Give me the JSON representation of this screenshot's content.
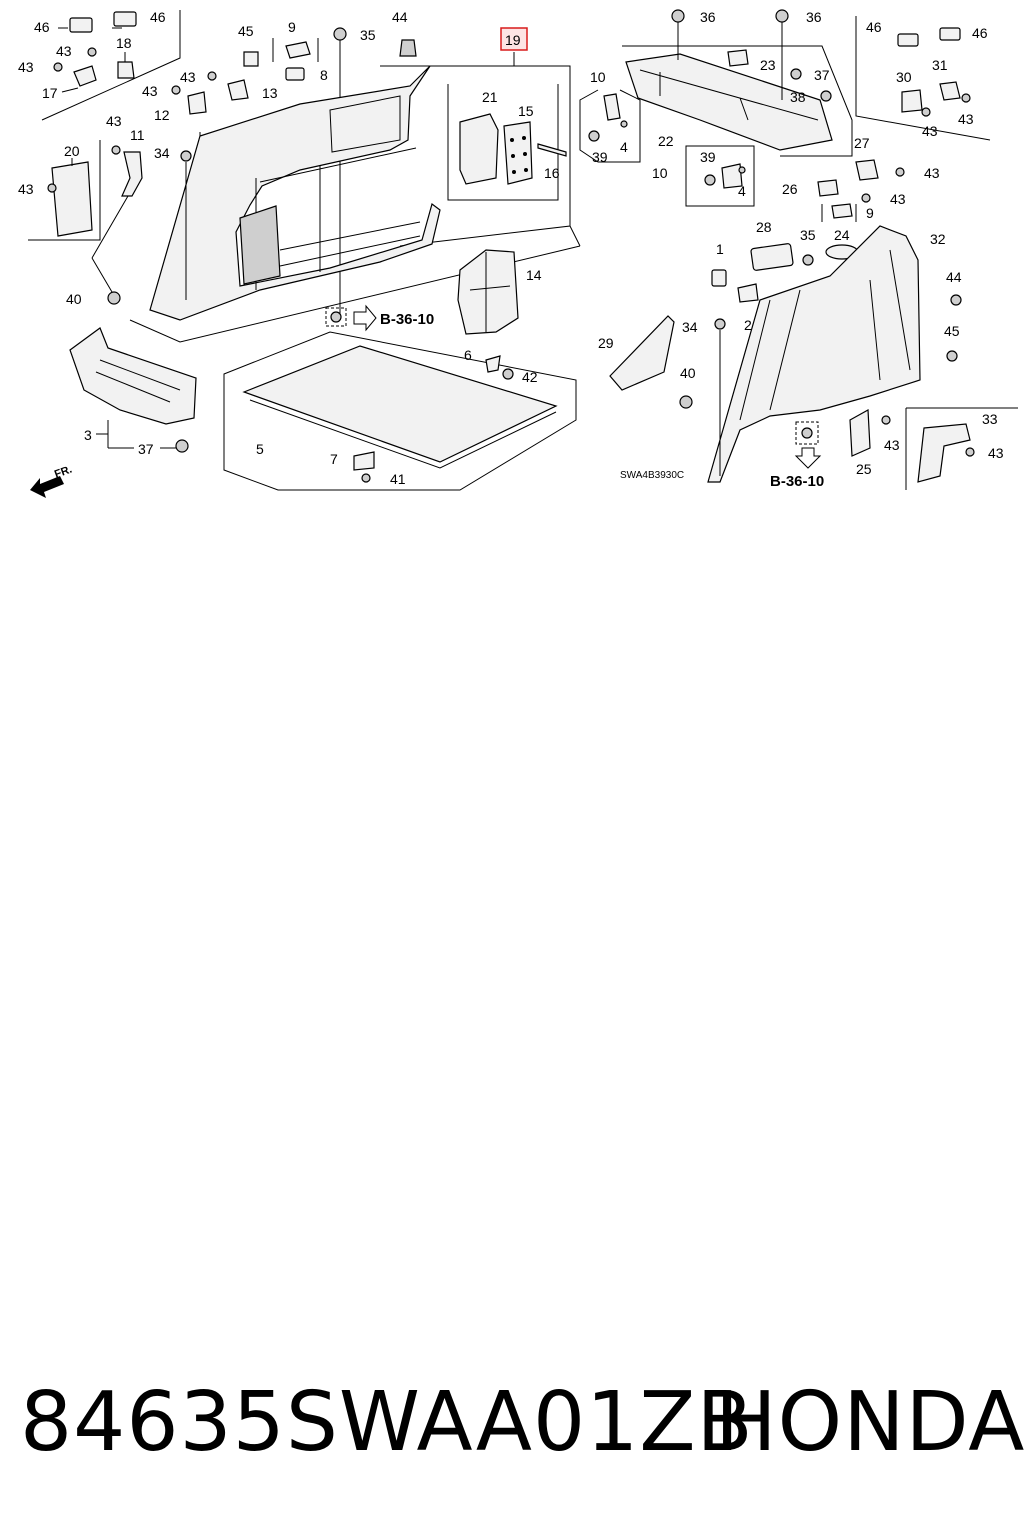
{
  "callouts": {
    "c1": "1",
    "c2": "2",
    "c3": "3",
    "c4a": "4",
    "c4b": "4",
    "c5": "5",
    "c6": "6",
    "c7": "7",
    "c8": "8",
    "c9a": "9",
    "c9b": "9",
    "c10a": "10",
    "c10b": "10",
    "c11": "11",
    "c12": "12",
    "c13": "13",
    "c14": "14",
    "c15": "15",
    "c16": "16",
    "c17": "17",
    "c18": "18",
    "c19": "19",
    "c20": "20",
    "c21": "21",
    "c22": "22",
    "c23": "23",
    "c24": "24",
    "c25": "25",
    "c26": "26",
    "c27": "27",
    "c28": "28",
    "c29": "29",
    "c30": "30",
    "c31": "31",
    "c32": "32",
    "c33": "33",
    "c34a": "34",
    "c34b": "34",
    "c35a": "35",
    "c35b": "35",
    "c36a": "36",
    "c36b": "36",
    "c37a": "37",
    "c37b": "37",
    "c38": "38",
    "c39a": "39",
    "c39b": "39",
    "c40a": "40",
    "c40b": "40",
    "c41": "41",
    "c42": "42",
    "c43a": "43",
    "c43b": "43",
    "c43c": "43",
    "c43d": "43",
    "c43e": "43",
    "c43f": "43",
    "c43g": "43",
    "c43h": "43",
    "c43i": "43",
    "c43j": "43",
    "c43k": "43",
    "c43l": "43",
    "c44a": "44",
    "c44b": "44",
    "c45a": "45",
    "c45b": "45",
    "c46a": "46",
    "c46b": "46",
    "c46c": "46",
    "c46d": "46"
  },
  "section_refs": {
    "left": "B-36-10",
    "right": "B-36-10"
  },
  "direction_label": "FR.",
  "drawing_code": "SWA4B3930C",
  "highlighted_part": "19",
  "part_number": "84635SWAA01ZB",
  "brand": "HONDA",
  "colors": {
    "highlight_border": "#d81b1b",
    "highlight_fill": "#fde4e4",
    "line": "#000000"
  }
}
